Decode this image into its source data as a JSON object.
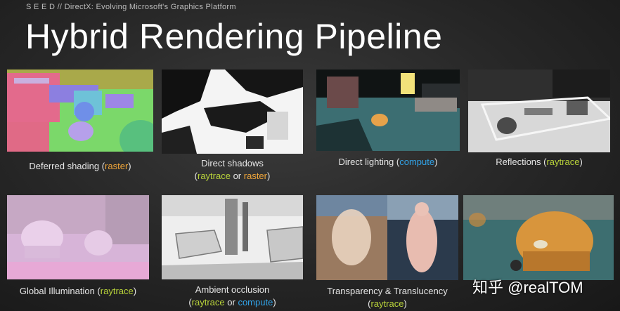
{
  "header": {
    "subtitle": "S E E D //  DirectX: Evolving Microsoft's Graphics Platform",
    "title": "Hybrid Rendering Pipeline"
  },
  "colors": {
    "raster": "#f0a63a",
    "raytrace": "#b8d23a",
    "compute": "#31a3e8"
  },
  "captions": {
    "deferred": {
      "text": "Deferred shading (",
      "hl": "raster",
      "end": ")"
    },
    "shadows": {
      "line1": "Direct shadows",
      "open": "(",
      "hl1": "raytrace",
      "mid": " or ",
      "hl2": "raster",
      "end": ")"
    },
    "lighting": {
      "text": "Direct lighting (",
      "hl": "compute",
      "end": ")"
    },
    "reflections": {
      "text": "Reflections (",
      "hl": "raytrace",
      "end": ")"
    },
    "gi": {
      "text": "Global Illumination (",
      "hl": "raytrace",
      "end": ")"
    },
    "ao": {
      "line1": "Ambient occlusion",
      "open": "(",
      "hl1": "raytrace",
      "mid": " or ",
      "hl2": "compute",
      "end": ")"
    },
    "transparency": {
      "line1": "Transparency & Translucency",
      "open": "(",
      "hl": "raytrace",
      "end": ")"
    }
  },
  "watermark": "知乎 @realTOM"
}
